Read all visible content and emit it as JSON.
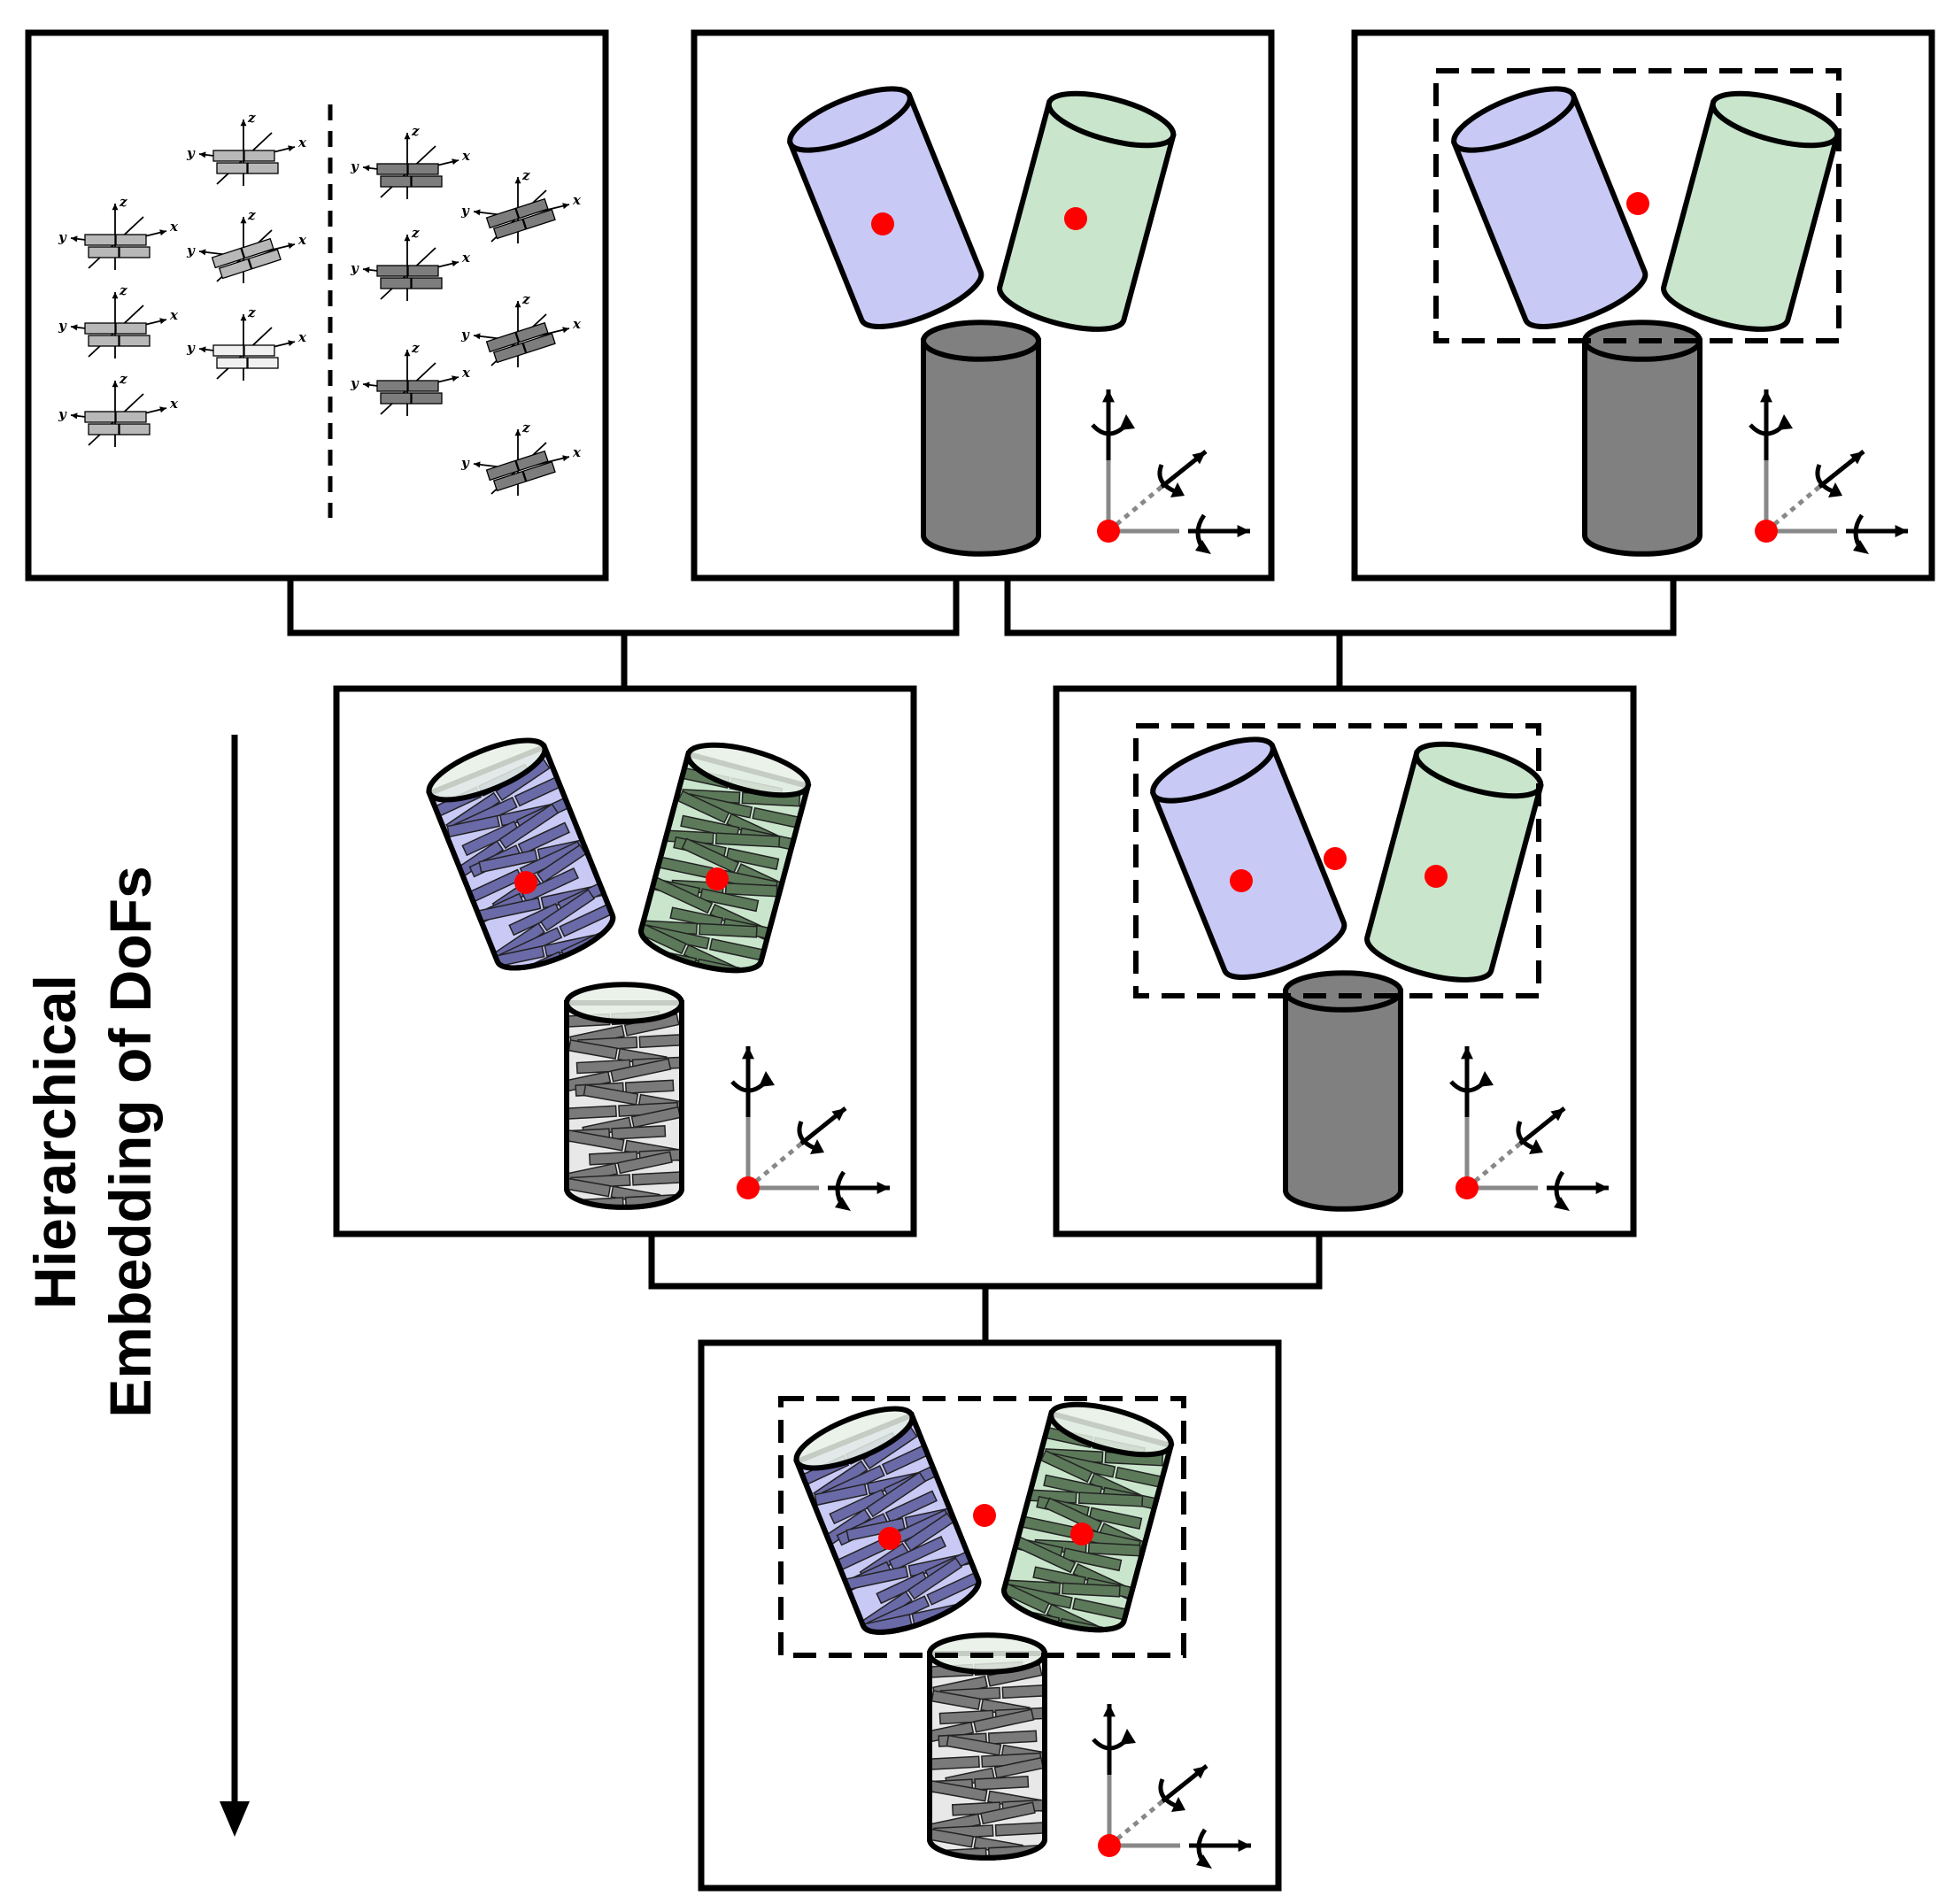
{
  "title": {
    "line1": "Hierarchical",
    "line2": "Embedding of DoFs"
  },
  "axis_letters": {
    "x": "x",
    "y": "y",
    "z": "z"
  },
  "colors": {
    "blue_fill": "#c9c9f5",
    "blue_block": "#6a6aa8",
    "green_fill": "#c9e5cc",
    "green_block": "#5c7a5a",
    "gray_fill": "#808080",
    "light_fill": "#e8e8e8",
    "gray_block": "#7a7a7a",
    "center_dot": "#ff0000",
    "frame": "#000000"
  },
  "icons": {
    "cylinder": "cylinder-icon",
    "frame": "coordinate-frame-icon",
    "center": "center-of-mass-dot"
  }
}
